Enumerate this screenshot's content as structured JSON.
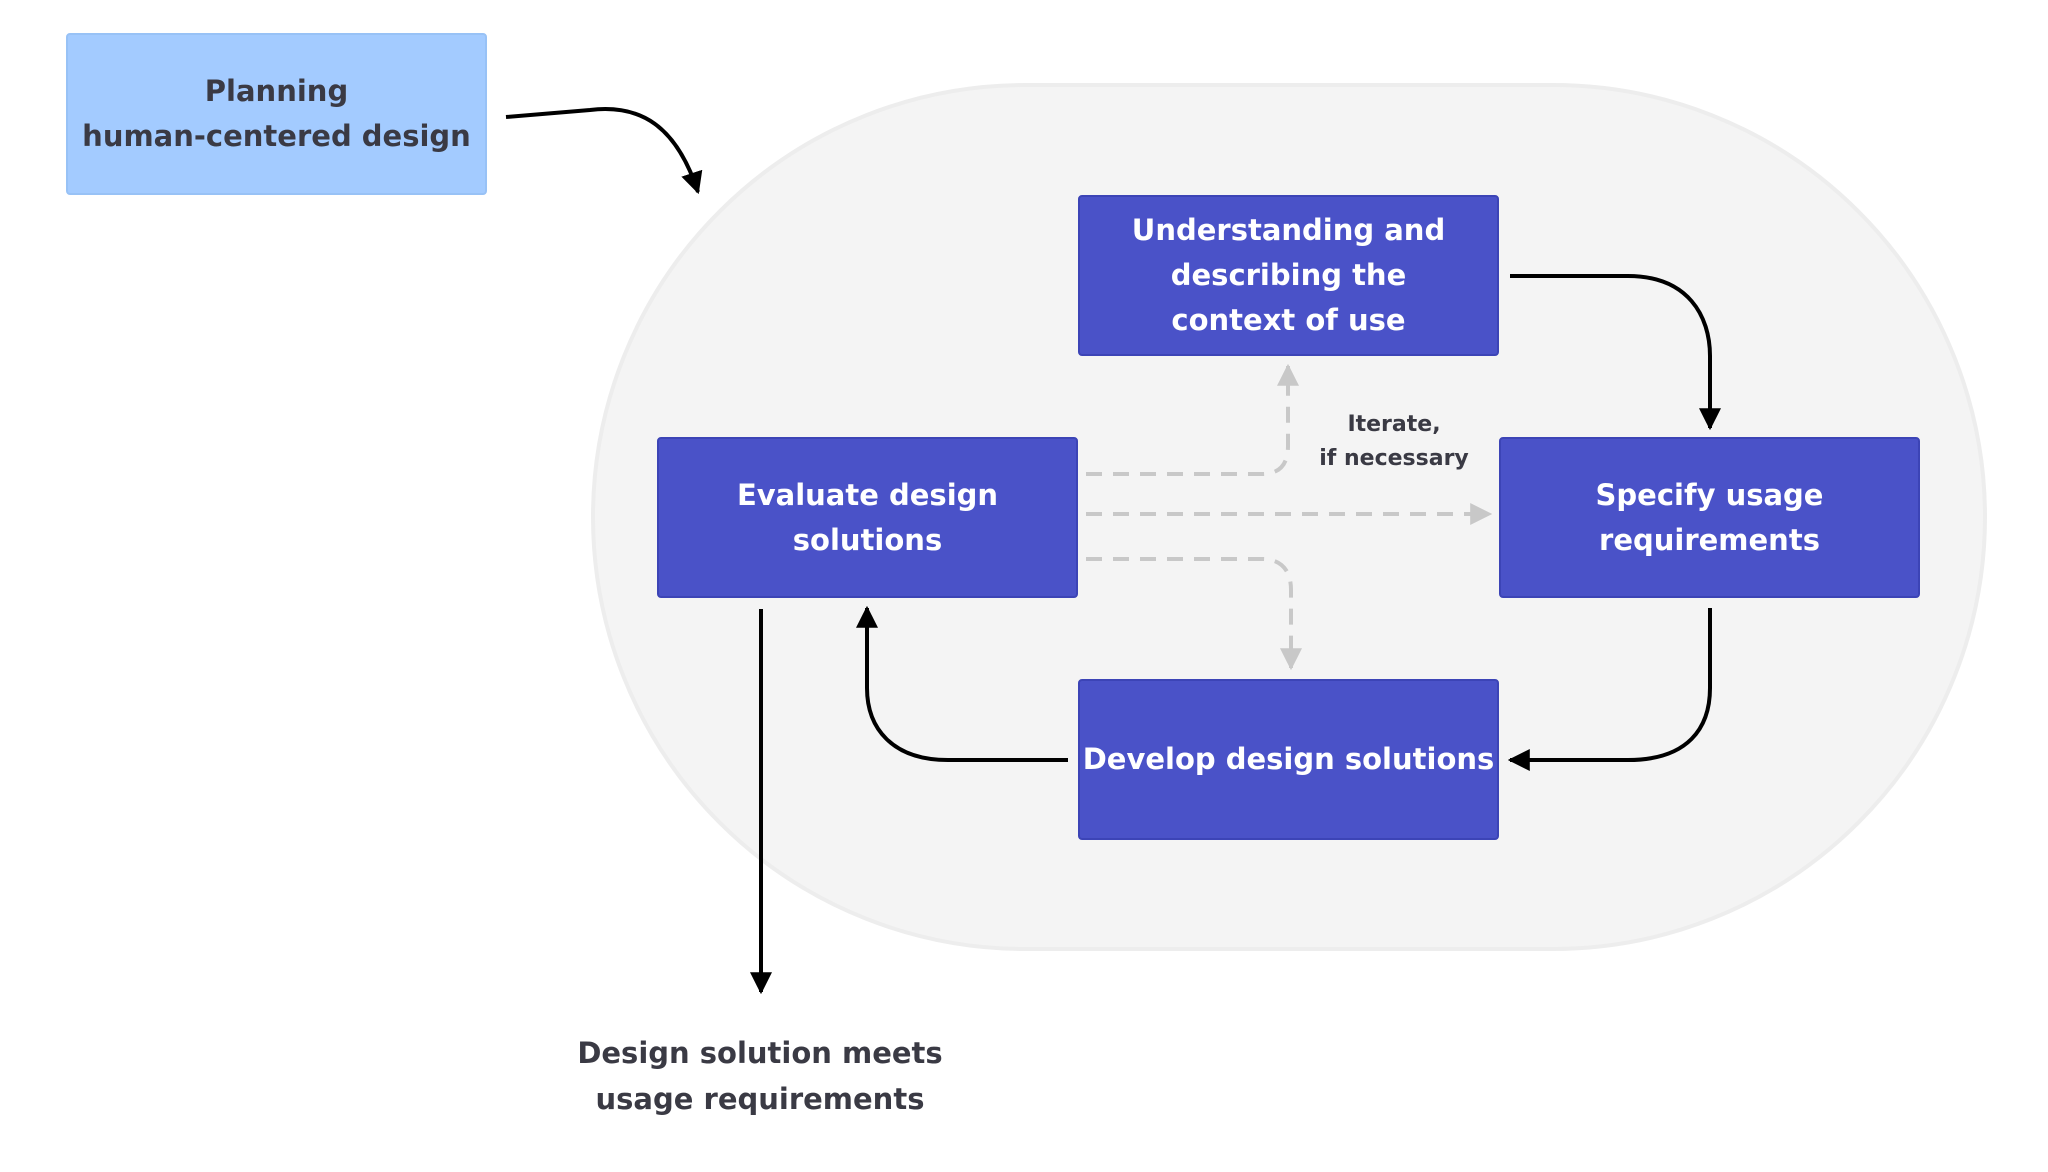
{
  "nodes": {
    "planning": "Planning\nhuman-centered design",
    "understand": "Understanding and\ndescribing the\ncontext of use",
    "specify": "Specify usage\nrequirements",
    "develop": "Develop design solutions",
    "evaluate": "Evaluate design solutions"
  },
  "labels": {
    "iterate": "Iterate,\nif necessary",
    "outcome": "Design solution meets\nusage requirements"
  },
  "colors": {
    "process_box": "#4a52c8",
    "planning_box": "#a3cbff",
    "cycle_background": "#f4f4f4",
    "solid_arrow": "#000000",
    "dashed_arrow": "#c8c8c8"
  }
}
